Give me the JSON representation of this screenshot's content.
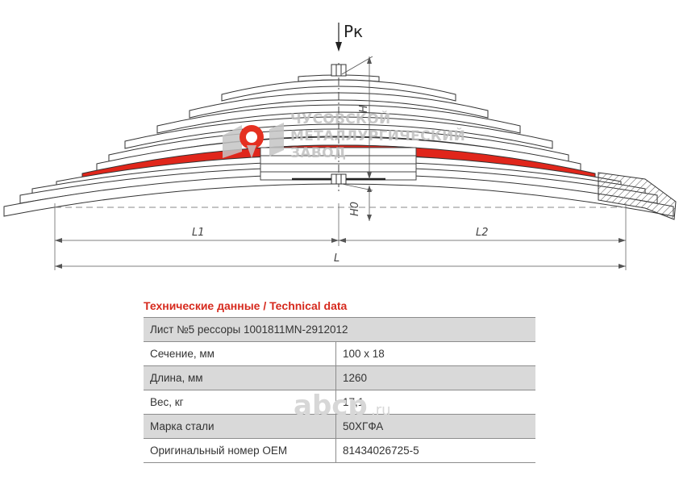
{
  "drawing": {
    "force_label": "Pк",
    "dim_h": "H",
    "dim_h0": "H0",
    "dim_l1": "L1",
    "dim_l2": "L2",
    "dim_l": "L"
  },
  "watermark": {
    "logo_line1": "ЧУСОВСКОЙ",
    "logo_line2": "МЕТАЛЛУРГИЧЕСКИЙ",
    "logo_line3": "ЗАВОД",
    "site_name": "abcp",
    "site_tld": ".ru"
  },
  "colors": {
    "highlight_leaf": "#e0261b",
    "title_red": "#d62a1e",
    "table_shade": "#d9d9d9"
  },
  "section_title": "Технические данные / Technical data",
  "table": {
    "header": "Лист №5 рессоры 1001811MN-2912012",
    "rows": [
      {
        "label": "Сечение, мм",
        "value": "100 x 18"
      },
      {
        "label": "Длина, мм",
        "value": "1260"
      },
      {
        "label": "Вес, кг",
        "value": "17,1"
      },
      {
        "label": "Марка стали",
        "value": "50ХГФА"
      },
      {
        "label": "Оригинальный номер OEM",
        "value": "81434026725-5"
      }
    ]
  }
}
